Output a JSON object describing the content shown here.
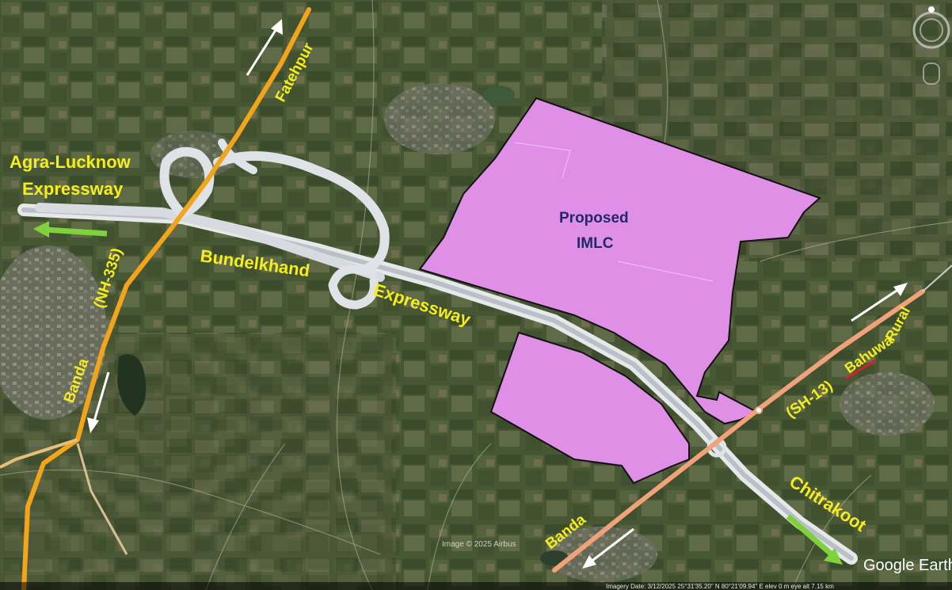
{
  "map": {
    "labels": {
      "fatehpur": "Fatehpur",
      "agra_line1": "Agra-Lucknow",
      "agra_line2": "Expressway",
      "nh335": "(NH-335)",
      "bundelkhand": "Bundelkhand",
      "expressway": "Expressway",
      "banda_west": "Banda",
      "proposed": "Proposed",
      "imlc": "IMLC",
      "sh13": "(SH-13)",
      "bahuwa": "Bahuwa",
      "rural": "Rural",
      "chitrakoot": "Chitrakoot",
      "banda_south": "Banda"
    },
    "attribution": {
      "brand": "Google Earth",
      "image_credit": "Image © 2025 Airbus",
      "footer": "Imagery Date: 3/12/2025    25°31'35.20\" N   80°21'09.94\" E   elev   0 m   eye alt   7.15 km"
    },
    "colors": {
      "nh_road": "#f2a51a",
      "sh_road": "#f2a27a",
      "expressway": "#c9cfd6",
      "imlc_fill": "#e08fe6",
      "label": "#f5ee1c",
      "arrow_white": "#ffffff",
      "arrow_green": "#7fd23c"
    }
  }
}
